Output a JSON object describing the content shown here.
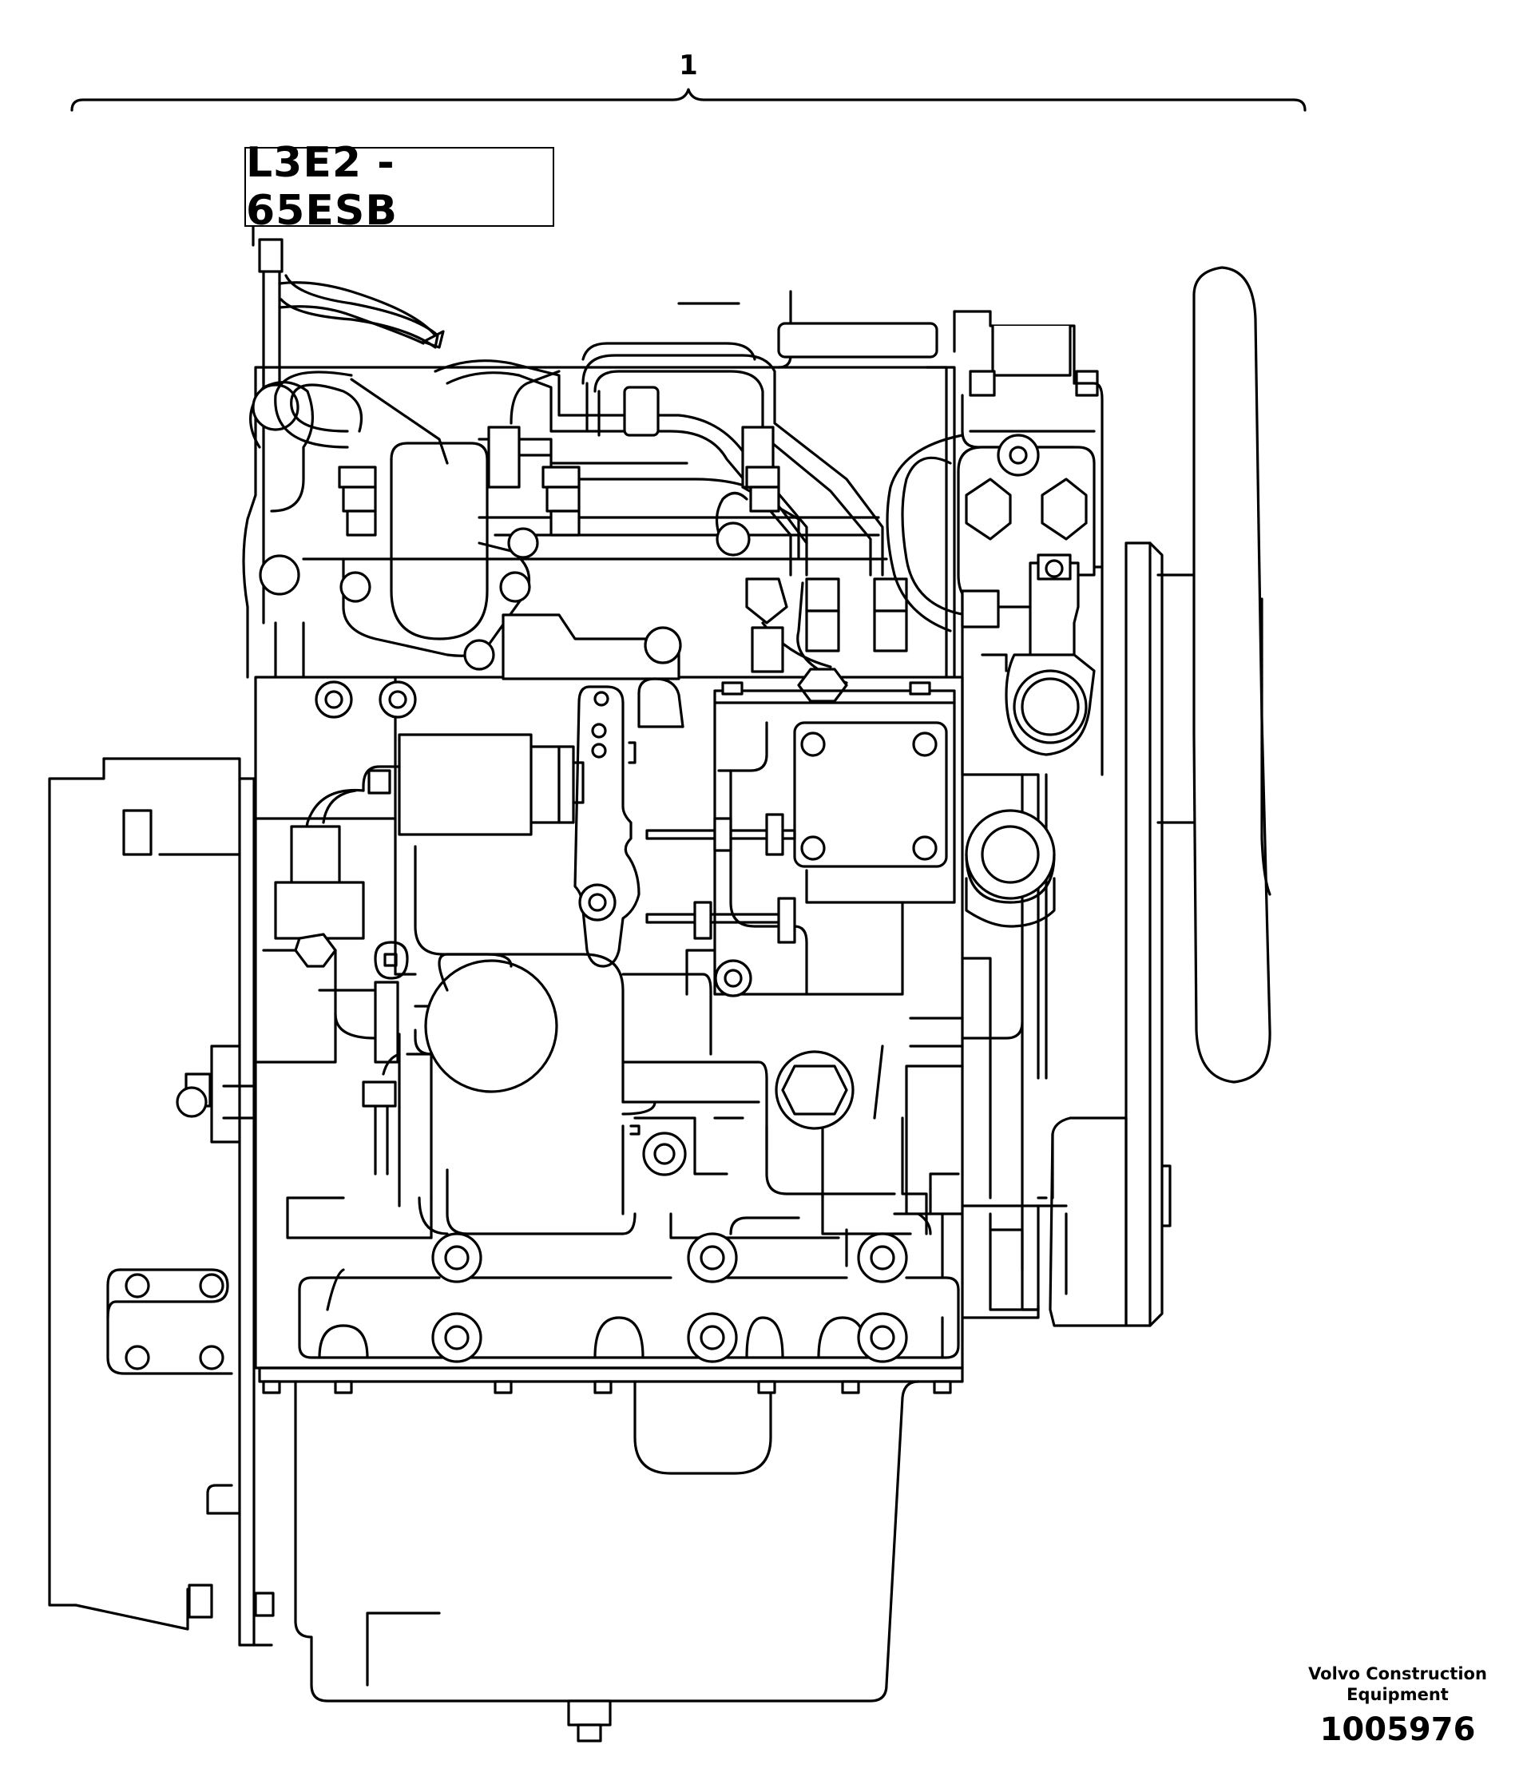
{
  "diagram": {
    "callout_number": "1",
    "model_label": "L3E2 - 65ESB",
    "company_line1": "Volvo Construction",
    "company_line2": "Equipment",
    "figure_number": "1005976"
  }
}
